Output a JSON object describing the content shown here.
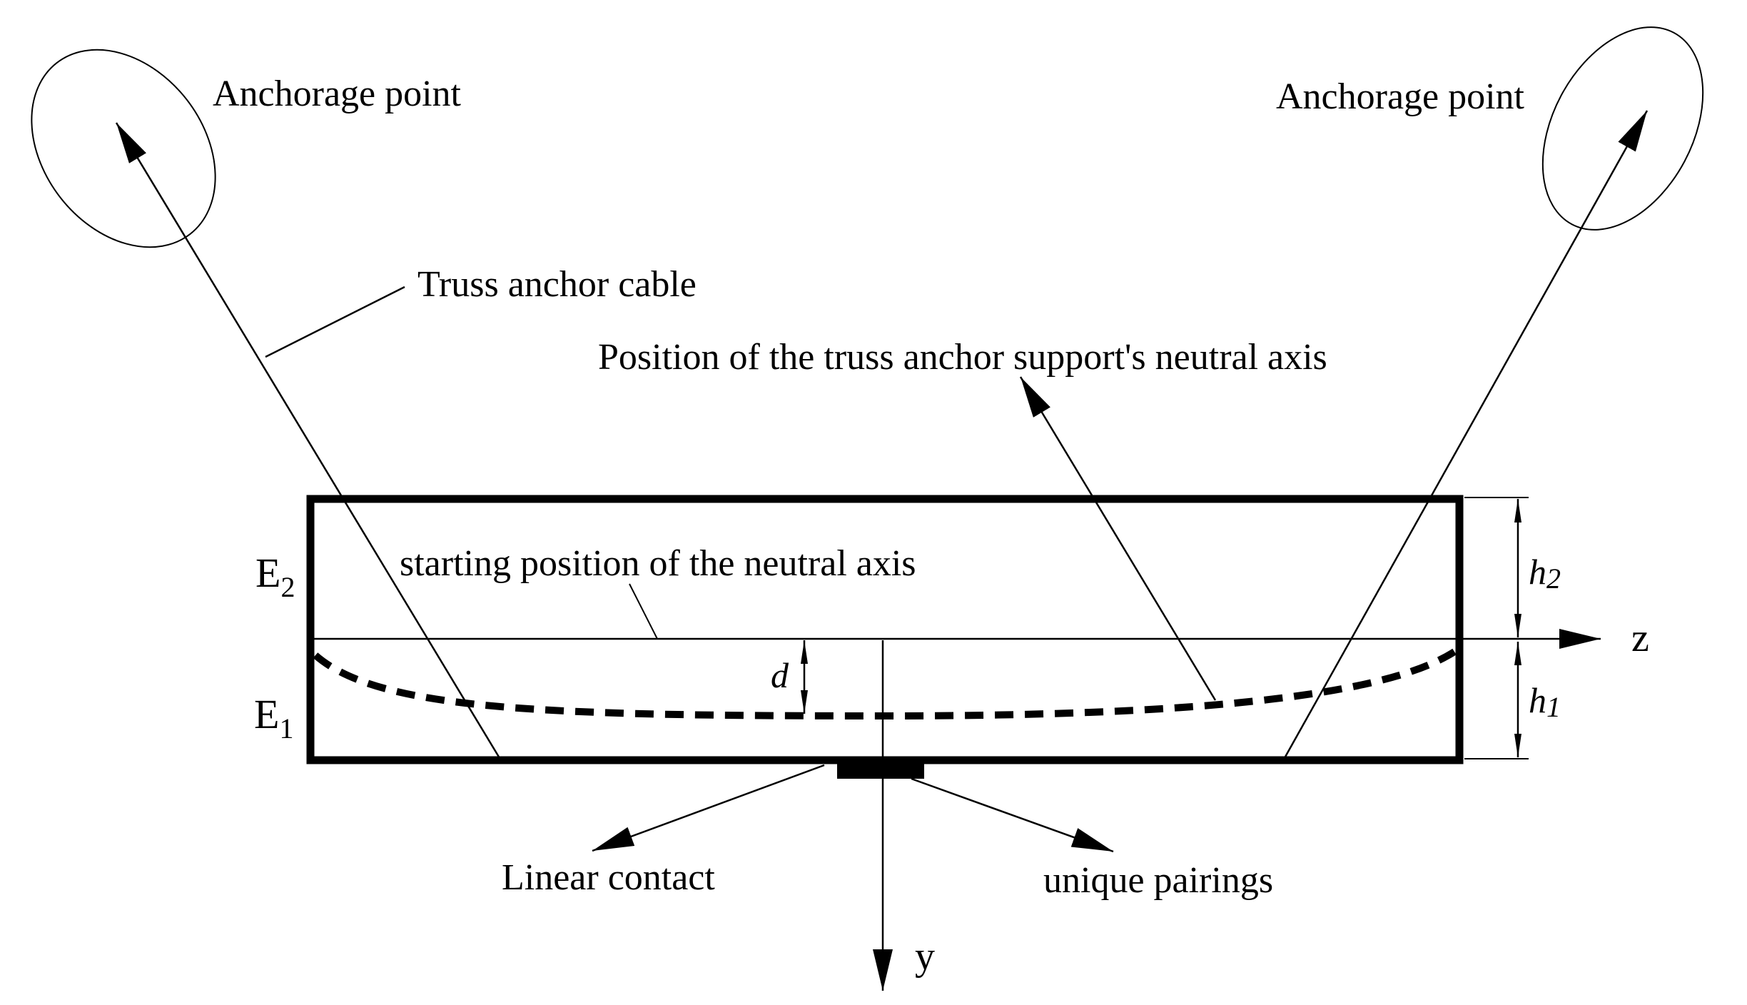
{
  "figure": {
    "title_meaning": "Beam on linear support anchored by truss cables - cross-section sketch",
    "colors": {
      "background": "#ffffff",
      "ink": "#000000"
    },
    "labels": {
      "anchorage_left": "Anchorage point",
      "anchorage_right": "Anchorage point",
      "truss_cable": "Truss anchor cable",
      "position_neutral_axis": "Position of the truss anchor support's neutral axis",
      "starting_position": "starting position of the neutral axis",
      "linear_contact": "Linear contact",
      "unique_pairings": "unique pairings",
      "axis_z": "z",
      "axis_y": "y",
      "dim_d": "d",
      "dim_h_letter": "h",
      "dim_h2_sub": "2",
      "dim_h1_sub": "1",
      "modulus_letter_top": "E",
      "modulus_top_sub": "2",
      "modulus_letter_bottom": "E",
      "modulus_bottom_sub": "1"
    },
    "icons": {
      "arrowhead": "filled-triangle-arrow",
      "anchorage_marker": "tilted-ellipse",
      "support_marker": "filled-rectangle-pad",
      "neutral_axis_deflection": "dashed-sag-curve"
    }
  }
}
